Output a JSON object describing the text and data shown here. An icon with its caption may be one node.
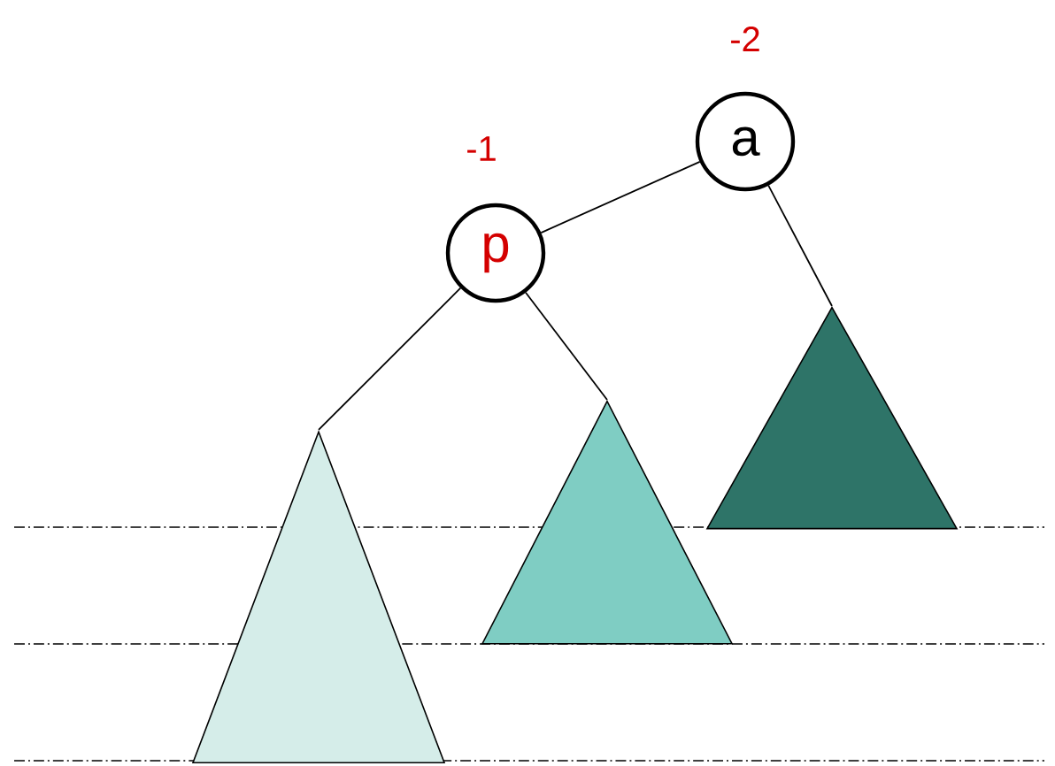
{
  "diagram": {
    "nodes": [
      {
        "text": [
          "a"
        ],
        "beside": [
          "-2"
        ]
      },
      {
        "text": [
          "p"
        ],
        "beside": [
          "-1"
        ]
      },
      {
        "text": [],
        "shape": "triangle"
      },
      {
        "text": [],
        "shape": "triangle"
      },
      {
        "text": [],
        "shape": "triangle"
      }
    ],
    "edges": [
      {
        "from": 0,
        "to": 1,
        "arrow": "none"
      },
      {
        "from": 1,
        "to": 2,
        "arrow": "none"
      },
      {
        "from": 1,
        "to": 3,
        "arrow": "none"
      },
      {
        "from": 0,
        "to": 4,
        "arrow": "none"
      }
    ]
  }
}
